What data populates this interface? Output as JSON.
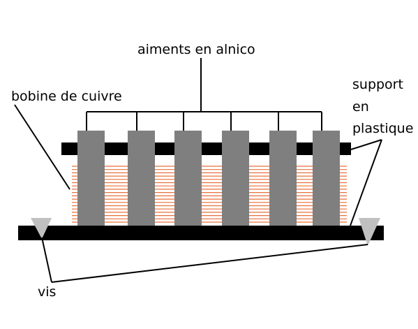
{
  "labels": {
    "magnets": "aiments en alnico",
    "coil": "bobine de cuivre",
    "support_line1": "support",
    "support_line2": "en",
    "support_line3": "plastique",
    "screws": "vis"
  },
  "magnet_count": 6,
  "coil_turns_shown": 18,
  "colors": {
    "magnet": "#7f7f7f",
    "support": "#000000",
    "coil_wire": "#e8703a",
    "screw": "#c0c0c0",
    "line": "#000000"
  }
}
